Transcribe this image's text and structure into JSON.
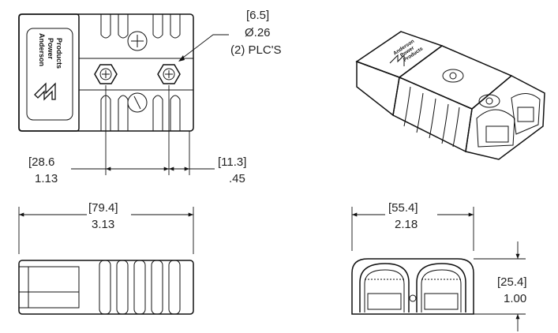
{
  "hole_callout": {
    "metric": "[6.5]",
    "diameter": "Ø.26",
    "qty": "(2) PLC'S"
  },
  "dim_spacing": {
    "metric": "[28.6",
    "inch": "1.13"
  },
  "dim_offset": {
    "metric": "[11.3]",
    "inch": ".45"
  },
  "dim_length": {
    "metric": "[79.4]",
    "inch": "3.13"
  },
  "dim_width": {
    "metric": "[55.4]",
    "inch": "2.18"
  },
  "dim_height": {
    "metric": "[25.4]",
    "inch": "1.00"
  },
  "brand": {
    "line1": "Anderson",
    "line2": "Power",
    "line3": "Products"
  },
  "colors": {
    "line": "#111111",
    "body_fill": "#ffffff",
    "label_fill": "#d9d9d9"
  }
}
